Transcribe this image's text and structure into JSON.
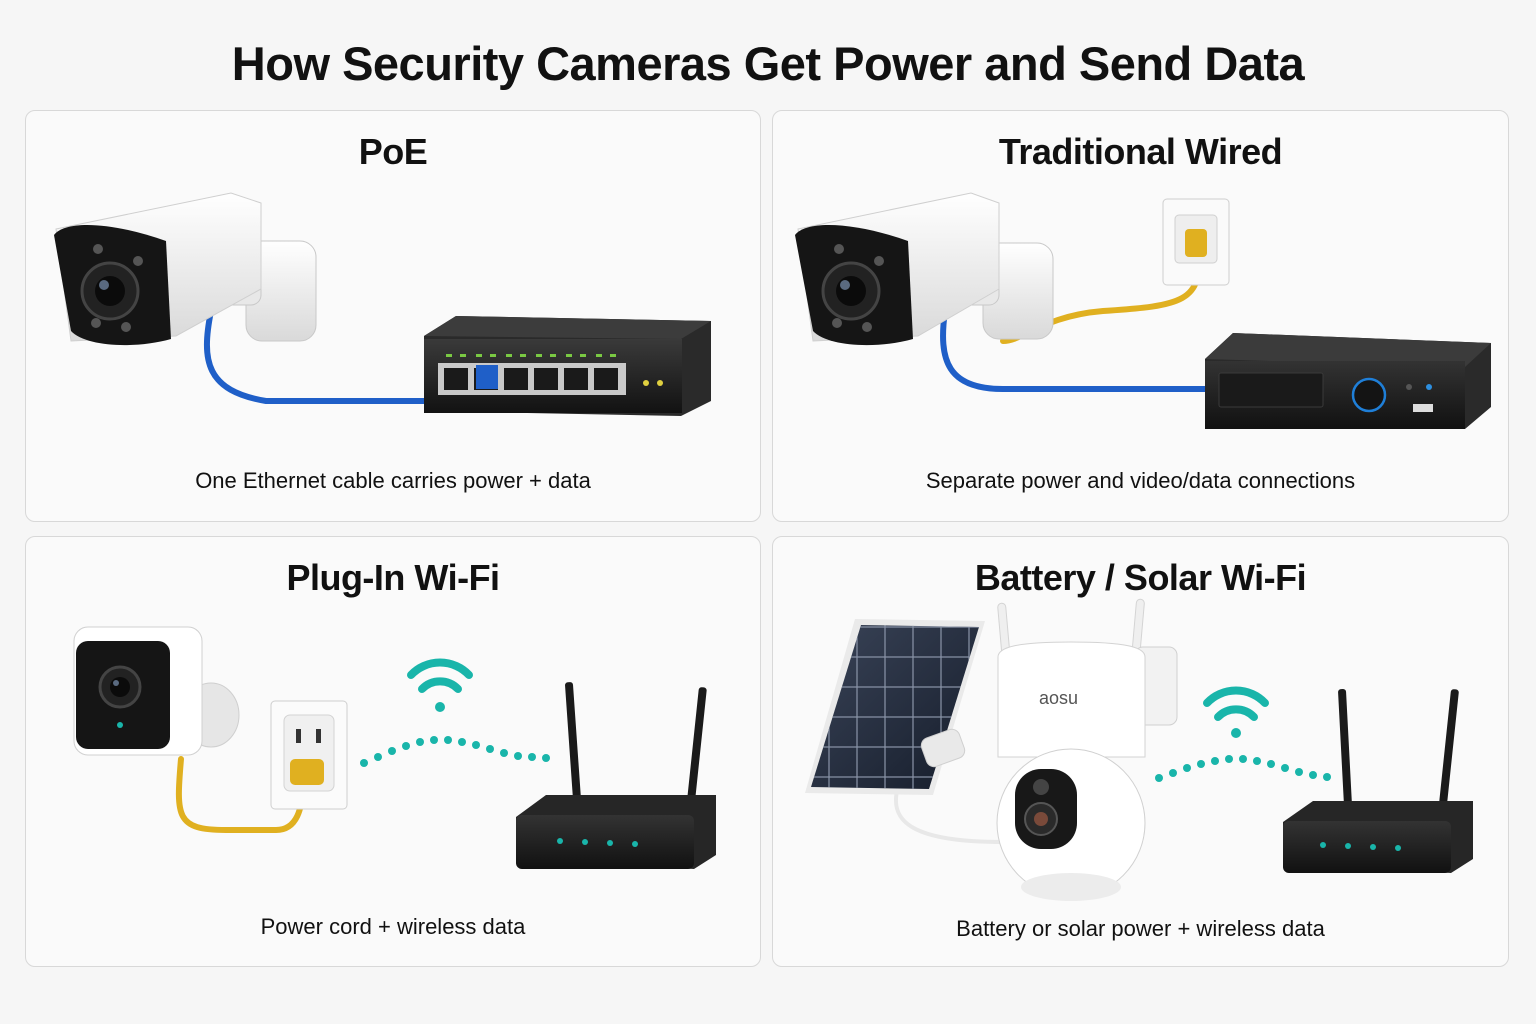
{
  "title": "How Security Cameras Get Power and Send Data",
  "panels": [
    {
      "heading": "PoE",
      "caption": "One Ethernet cable carries power + data"
    },
    {
      "heading": "Traditional Wired",
      "caption": "Separate power and video/data connections"
    },
    {
      "heading": "Plug-In Wi-Fi",
      "caption": "Power cord + wireless data"
    },
    {
      "heading": "Battery / Solar Wi-Fi",
      "caption": "Battery or solar power + wireless data"
    }
  ],
  "brand_text": "aosu",
  "colors": {
    "ethernet_cable": "#1f5fc8",
    "power_cable": "#e0b020",
    "wifi": "#19b5aa",
    "device_black": "#1c1c1c",
    "camera_white": "#ffffff"
  },
  "icons": [
    "bullet-camera-icon",
    "poe-switch-icon",
    "wall-outlet-icon",
    "nvr-recorder-icon",
    "cube-camera-icon",
    "wifi-router-icon",
    "wifi-signal-icon",
    "solar-panel-icon",
    "ptz-camera-icon"
  ]
}
